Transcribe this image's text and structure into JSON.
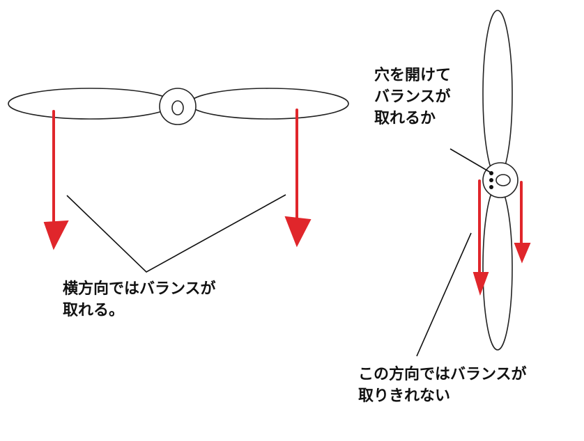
{
  "labels": {
    "horizontal_line1": "横方向ではバランスが",
    "horizontal_line2": "取れる。",
    "hole_line1": "穴を開けて",
    "hole_line2": "バランスが",
    "hole_line3": "取れるか",
    "vertical_line1": "この方向ではバランスが",
    "vertical_line2": "取りきれない"
  },
  "colors": {
    "arrow": "#e0262b",
    "outline": "#222222",
    "text": "#111111",
    "background": "#ffffff"
  }
}
